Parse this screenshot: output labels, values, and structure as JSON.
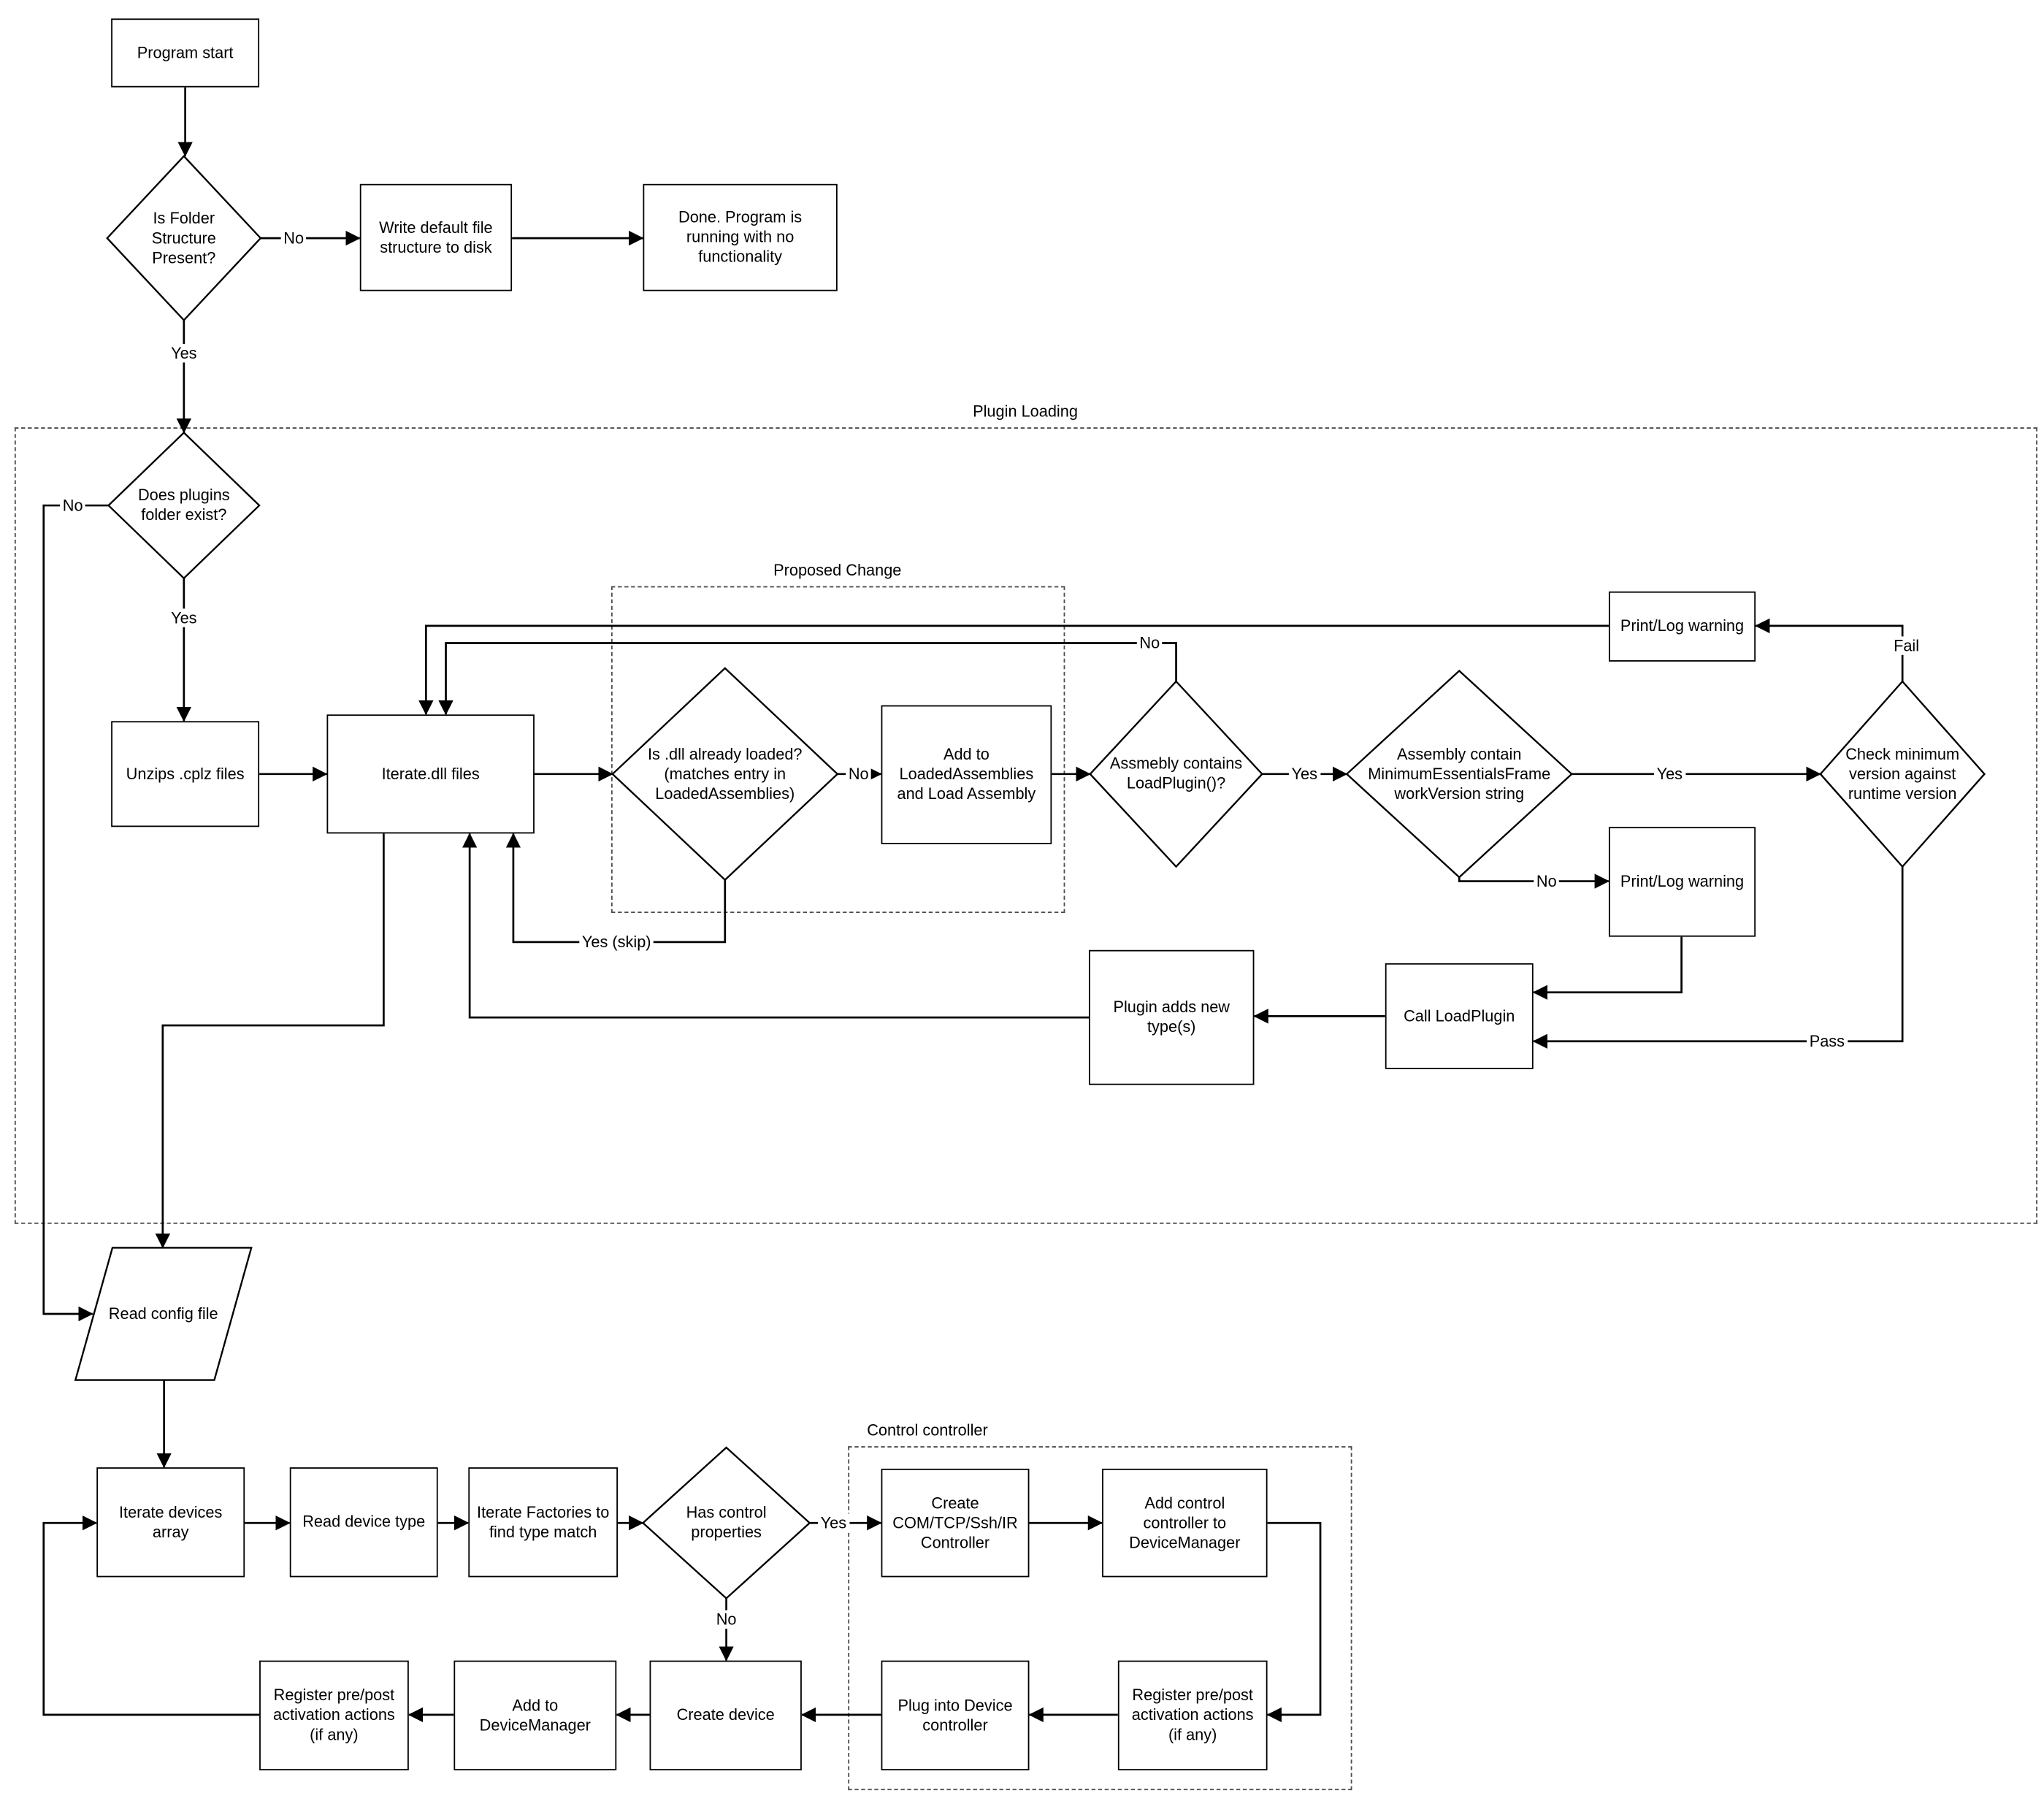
{
  "containers": {
    "plugin_loading": {
      "label": "Plugin Loading"
    },
    "proposed_change": {
      "label": "Proposed Change"
    },
    "control_controller": {
      "label": "Control controller"
    }
  },
  "nodes": {
    "program_start": {
      "shape": "rect",
      "label": "Program start"
    },
    "is_folder_structure": {
      "shape": "diamond",
      "label": "Is Folder Structure Present?"
    },
    "write_default": {
      "shape": "rect",
      "label": "Write default file structure to disk"
    },
    "done": {
      "shape": "rect",
      "label": "Done.  Program is running with no functionality"
    },
    "plugins_folder": {
      "shape": "diamond",
      "label": "Does plugins folder exist?"
    },
    "unzips": {
      "shape": "rect",
      "label": "Unzips .cplz files"
    },
    "iterate_dll": {
      "shape": "rect",
      "label": "Iterate.dll files"
    },
    "dll_loaded": {
      "shape": "diamond",
      "label": "Is .dll already loaded? (matches entry in LoadedAssemblies)"
    },
    "add_loaded": {
      "shape": "rect",
      "label": "Add to LoadedAssemblies and Load Assembly"
    },
    "contains_loadplugin": {
      "shape": "diamond",
      "label": "Assmebly contains LoadPlugin()?"
    },
    "min_version": {
      "shape": "diamond",
      "label": "Assembly contain MinimumEssentialsFrameworkVersion string"
    },
    "check_min": {
      "shape": "diamond",
      "label": "Check minimum version against runtime version"
    },
    "printlog_top": {
      "shape": "rect",
      "label": "Print/Log warning"
    },
    "printlog_mid": {
      "shape": "rect",
      "label": "Print/Log warning"
    },
    "call_loadplugin": {
      "shape": "rect",
      "label": "Call LoadPlugin"
    },
    "plugin_adds": {
      "shape": "rect",
      "label": "Plugin adds new type(s)"
    },
    "read_config": {
      "shape": "parallelogram",
      "label": "Read config file"
    },
    "iterate_devices": {
      "shape": "rect",
      "label": "Iterate devices array"
    },
    "read_device_type": {
      "shape": "rect",
      "label": "Read device type"
    },
    "iterate_factories": {
      "shape": "rect",
      "label": "Iterate Factories to find type match"
    },
    "has_control": {
      "shape": "diamond",
      "label": "Has control properties"
    },
    "create_com": {
      "shape": "rect",
      "label": "Create COM/TCP/Ssh/IR Controller"
    },
    "add_control": {
      "shape": "rect",
      "label": "Add control controller to DeviceManager"
    },
    "register_right": {
      "shape": "rect",
      "label": "Register pre/post activation actions (if any)"
    },
    "plug_into": {
      "shape": "rect",
      "label": "Plug into Device controller"
    },
    "create_device": {
      "shape": "rect",
      "label": "Create device"
    },
    "add_devicemanager": {
      "shape": "rect",
      "label": "Add to DeviceManager"
    },
    "register_left": {
      "shape": "rect",
      "label": "Register pre/post activation actions (if any)"
    }
  },
  "edge_labels": {
    "folder_no": "No",
    "folder_yes": "Yes",
    "plugins_no": "No",
    "plugins_yes": "Yes",
    "dll_loaded_no": "No",
    "dll_loaded_yes_skip": "Yes (skip)",
    "contains_no": "No",
    "contains_yes": "Yes",
    "minversion_yes": "Yes",
    "minversion_no": "No",
    "check_fail": "Fail",
    "check_pass": "Pass",
    "hascontrol_yes": "Yes",
    "hascontrol_no": "No"
  }
}
